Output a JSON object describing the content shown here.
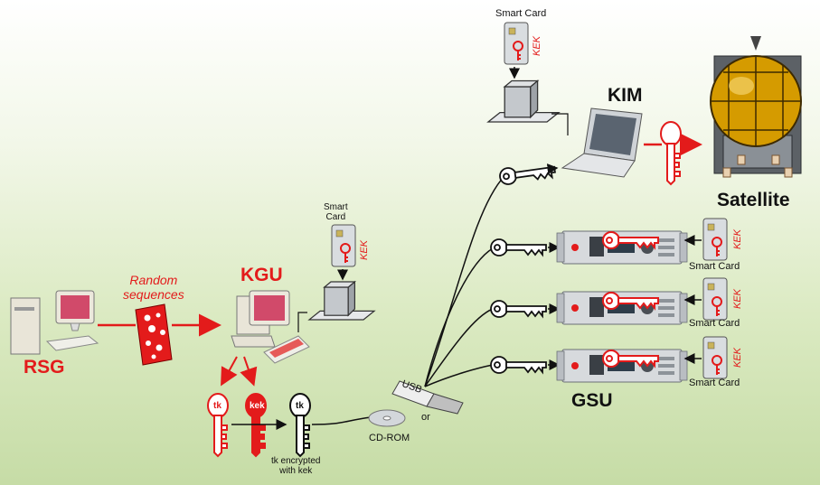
{
  "labels": {
    "rsg": "RSG",
    "kgu": "KGU",
    "kim": "KIM",
    "gsu": "GSU",
    "satellite": "Satellite",
    "random_sequences_line1": "Random",
    "random_sequences_line2": "sequences",
    "smart_card_top": "Smart Card",
    "smart_card_kgu_line1": "Smart",
    "smart_card_kgu_line2": "Card",
    "smart_card_gsu": "Smart Card",
    "kek": "KEK",
    "key_tk": "tk",
    "key_kek": "kek",
    "tk_encrypted_line1": "tk encrypted",
    "tk_encrypted_line2": "with kek",
    "usb": "USB",
    "or": "or",
    "cdrom": "CD-ROM"
  },
  "colors": {
    "accent_red": "#e31b1b",
    "line_black": "#111111",
    "device_gray": "#c8ccd0",
    "satellite_gold": "#e0a800"
  }
}
